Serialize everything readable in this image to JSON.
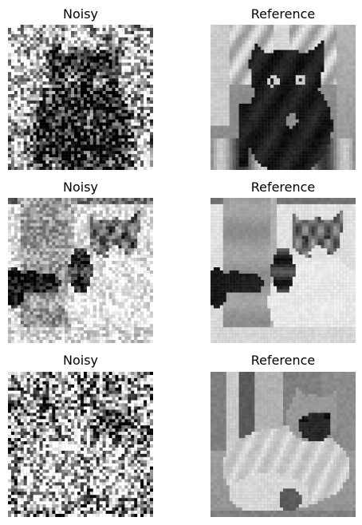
{
  "figure": {
    "rows": [
      {
        "left": {
          "title": "Noisy",
          "kind": "noisy",
          "subject": "black-cat-by-window"
        },
        "right": {
          "title": "Reference",
          "kind": "reference",
          "subject": "black-cat-by-window"
        }
      },
      {
        "left": {
          "title": "Noisy",
          "kind": "noisy",
          "subject": "tabby-white-cat-behind-post"
        },
        "right": {
          "title": "Reference",
          "kind": "reference",
          "subject": "tabby-white-cat-behind-post"
        }
      },
      {
        "left": {
          "title": "Noisy",
          "kind": "noisy",
          "subject": "fluffy-ragdoll-cat"
        },
        "right": {
          "title": "Reference",
          "kind": "reference",
          "subject": "fluffy-ragdoll-cat"
        }
      }
    ]
  }
}
